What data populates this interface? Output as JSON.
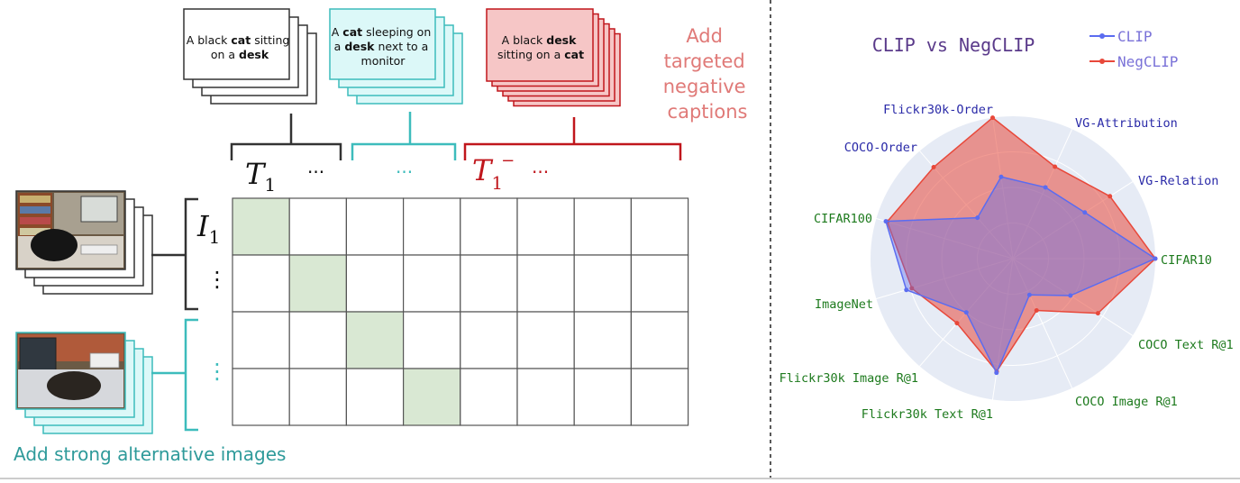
{
  "left_panel": {
    "captions": {
      "caption1": [
        "A black ",
        "cat",
        " sitting",
        "on a ",
        "desk"
      ],
      "caption2": [
        "A ",
        "cat",
        " sleeping on",
        "a ",
        "desk",
        " next to a",
        "monitor"
      ],
      "caption3": [
        "A black ",
        "desk",
        "sitting on a ",
        "cat"
      ]
    },
    "negative_caption_label": [
      "Add",
      "targeted",
      "negative",
      "captions"
    ],
    "text_labels": {
      "t1": "T",
      "t1_sub": "1",
      "t_dots": "···",
      "cyan_dots": "···",
      "tneg": "T",
      "tneg_sub": "1",
      "tneg_sup": "−",
      "red_dots": "···"
    },
    "image_labels": {
      "i1": "I",
      "i1_sub": "1",
      "i_dots": "⋮",
      "cyan_vdots": "⋮"
    },
    "strong_images_label": "Add strong alternative images",
    "matrix": {
      "rows": 4,
      "cols": 8,
      "highlighted": [
        [
          0,
          0
        ],
        [
          1,
          1
        ],
        [
          2,
          2
        ],
        [
          3,
          3
        ]
      ]
    }
  },
  "colors": {
    "dark": "#333333",
    "cyan": "#3dbcbc",
    "cyan_fill": "#dcf8f8",
    "red": "#c0161c",
    "red_fill": "#f6c6c6",
    "salmon": "#e07a78",
    "teal_text": "#2e9a9a",
    "green_cell": "#d9e8d3",
    "radar_bg": "#e6ebf5",
    "clip": "#5b6cf0",
    "negclip": "#e8483a",
    "blue_label": "#2a2aa8",
    "green_label": "#1d7a1d",
    "title": "#5a3a8a"
  },
  "chart_data": {
    "type": "radar",
    "title": "CLIP vs NegCLIP",
    "legend": [
      "CLIP",
      "NegCLIP"
    ],
    "legend_position": "top-right",
    "axes": [
      "CIFAR10",
      "VG-Relation",
      "VG-Attribution",
      "Flickr30k-Order",
      "COCO-Order",
      "CIFAR100",
      "ImageNet",
      "Flickr30k Image R@1",
      "Flickr30k Text R@1",
      "COCO Image R@1",
      "COCO Text R@1"
    ],
    "axis_groups": {
      "blue": [
        "VG-Relation",
        "VG-Attribution",
        "Flickr30k-Order",
        "COCO-Order"
      ],
      "green": [
        "CIFAR10",
        "CIFAR100",
        "ImageNet",
        "Flickr30k Image R@1",
        "Flickr30k Text R@1",
        "COCO Image R@1",
        "COCO Text R@1"
      ]
    },
    "rmax": 1.0,
    "series": [
      {
        "name": "CLIP",
        "values": [
          1.0,
          0.6,
          0.55,
          0.58,
          0.38,
          0.93,
          0.78,
          0.5,
          0.81,
          0.28,
          0.48
        ]
      },
      {
        "name": "NegCLIP",
        "values": [
          1.0,
          0.81,
          0.71,
          1.0,
          0.85,
          0.92,
          0.74,
          0.6,
          0.8,
          0.4,
          0.71
        ]
      }
    ]
  }
}
